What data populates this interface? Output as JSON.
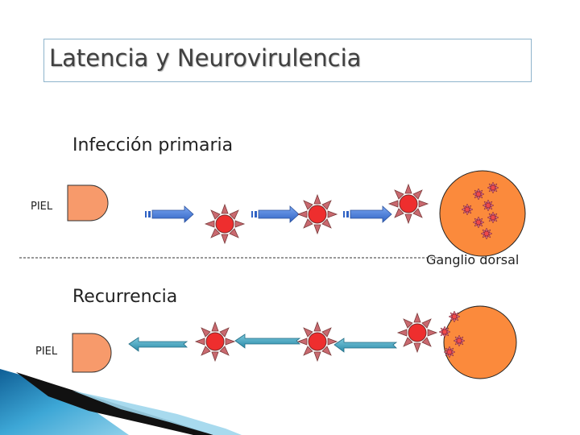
{
  "title": "Latencia y Neurovirulencia",
  "primary": {
    "label": "Infección primaria",
    "skin_label": "PIEL"
  },
  "recurrence": {
    "label": "Recurrencia",
    "skin_label": "PIEL"
  },
  "ganglion_label": "Ganglio dorsal",
  "colors": {
    "skin_fill": "#f79a6b",
    "ganglion_fill": "#fb8a3c",
    "virus_core": "#ee2e2e",
    "virus_spike": "#c9696f",
    "arrow_primary": "#3f78d8",
    "arrow_recurrence": "#3aa3bf",
    "title_border": "#8fb4cc",
    "corner_swoosh": "#2b8fc2"
  },
  "icons": [
    "virus-icon",
    "right-arrow-icon",
    "left-arrow-icon",
    "latent-virus-icon"
  ]
}
